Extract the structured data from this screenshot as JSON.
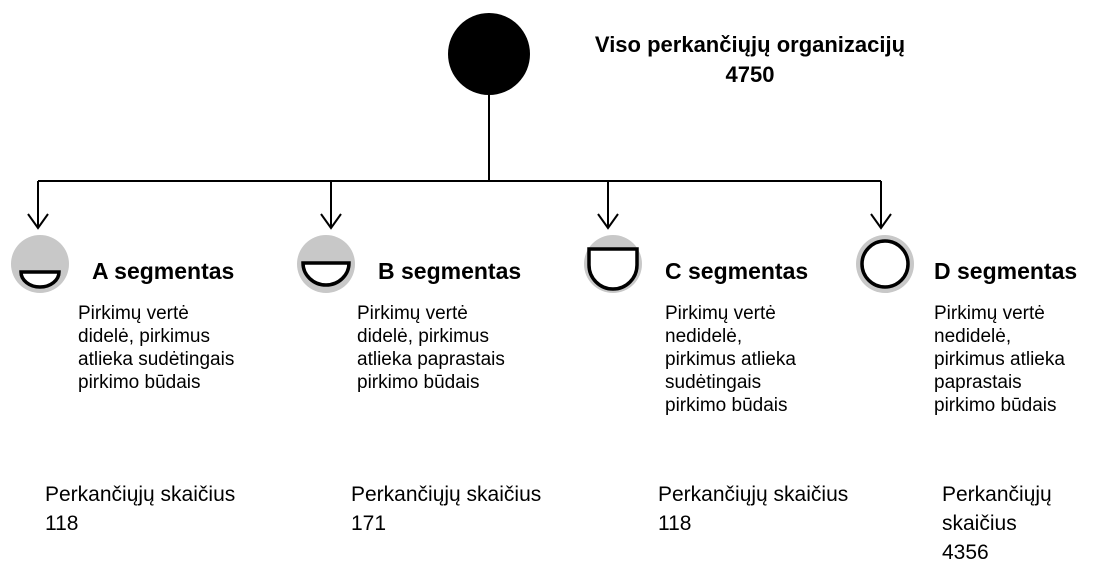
{
  "root": {
    "title": "Viso perkančiųjų organizacijų",
    "total": "4750"
  },
  "segments": [
    {
      "title": "A segmentas",
      "description": [
        "Pirkimų vertė",
        "didelė, pirkimus",
        "atlieka sudėtingais",
        "pirkimo būdais"
      ],
      "count_label": [
        "Perkančiųjų skaičius"
      ],
      "count_value": "118"
    },
    {
      "title": "B segmentas",
      "description": [
        "Pirkimų vertė",
        "didelė, pirkimus",
        "atlieka paprastais",
        "pirkimo būdais"
      ],
      "count_label": [
        "Perkančiųjų skaičius"
      ],
      "count_value": "171"
    },
    {
      "title": "C segmentas",
      "description": [
        "Pirkimų vertė",
        "nedidelė,",
        "pirkimus atlieka",
        "sudėtingais",
        "pirkimo būdais"
      ],
      "count_label": [
        "Perkančiųjų skaičius"
      ],
      "count_value": "118"
    },
    {
      "title": "D segmentas",
      "description": [
        "Pirkimų vertė",
        "nedidelė,",
        "pirkimus atlieka",
        "paprastais",
        "pirkimo būdais"
      ],
      "count_label": [
        "Perkančiųjų",
        "skaičius"
      ],
      "count_value": "4356"
    }
  ],
  "colors": {
    "root_fill": "#000000",
    "segment_gray": "#c8c8c8",
    "stroke": "#000000"
  }
}
